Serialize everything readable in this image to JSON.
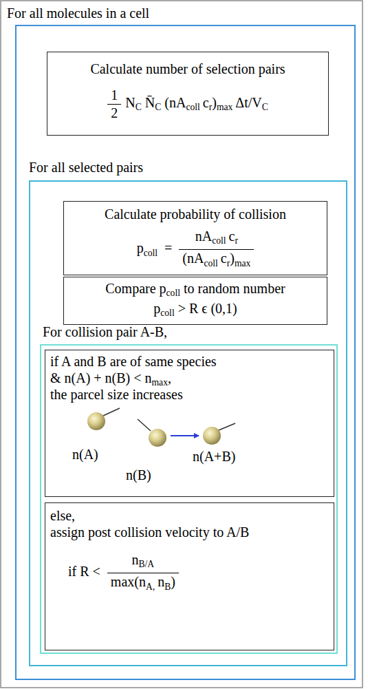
{
  "diagram": {
    "nodes": [
      {
        "text": [
          "For all molecules in a cell"
        ]
      },
      {
        "text": [
          "Calculate number of selection pairs",
          "1",
          "2",
          "N",
          "C",
          "N̄",
          "C",
          "(nA",
          "coll",
          "c",
          "r",
          ")",
          "max",
          "Δt/V",
          "C"
        ],
        "in": 0
      },
      {
        "text": [
          "For all selected pairs"
        ],
        "in": 0
      },
      {
        "text": [
          "Calculate probability of collision",
          "p",
          "coll",
          "=",
          "nA",
          "coll",
          "c",
          "r",
          "(nA",
          "coll",
          "c",
          "r",
          ")",
          "max"
        ],
        "in": 2
      },
      {
        "text": [
          "Compare",
          "p",
          "coll",
          "to random number",
          "p",
          "coll",
          "> R ϵ (0,1)"
        ],
        "in": 2
      },
      {
        "text": [
          "For collision pair A-B,"
        ],
        "in": 2
      },
      {
        "text": [
          "if A and B are of same species",
          "& n(A) + n(B) < n",
          "max",
          ",",
          "the parcel size increases",
          "n(A)",
          "n(B)",
          "n(A+B)"
        ],
        "in": 5
      },
      {
        "text": [
          "else,",
          "assign post collision velocity to A/B",
          "if R <",
          "n",
          "B/A",
          "max(n",
          "A,",
          "n",
          "B",
          ")"
        ],
        "in": 5
      }
    ]
  }
}
